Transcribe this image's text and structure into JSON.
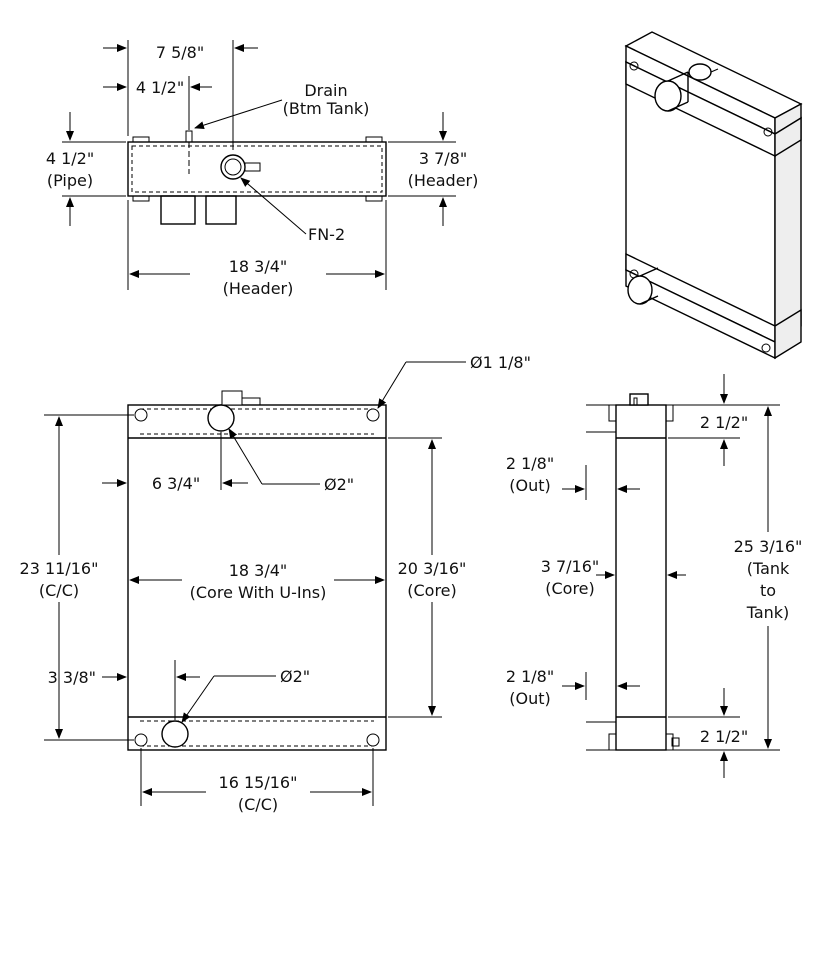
{
  "top_view": {
    "dim_7_5_8": "7 5/8\"",
    "dim_4_1_2_h": "4 1/2\"",
    "drain_label": "Drain",
    "drain_sub": "(Btm Tank)",
    "pipe_dim": "4 1/2\"",
    "pipe_sub": "(Pipe)",
    "header_h_dim": "3 7/8\"",
    "header_h_sub": "(Header)",
    "fitting_label": "FN-2",
    "header_w_dim": "18 3/4\"",
    "header_w_sub": "(Header)"
  },
  "front_view": {
    "mount_hole": "Ø1 1/8\"",
    "pipe_offset": "6 3/4\"",
    "top_pipe_dia": "Ø2\"",
    "cc_height": "23 11/16\"",
    "cc_height_sub": "(C/C)",
    "core_width": "18 3/4\"",
    "core_width_sub": "(Core With U-Ins)",
    "core_height": "20 3/16\"",
    "core_height_sub": "(Core)",
    "bottom_offset": "3 3/8\"",
    "bottom_pipe_dia": "Ø2\"",
    "cc_width": "16 15/16\"",
    "cc_width_sub": "(C/C)"
  },
  "side_view": {
    "top_tank": "2 1/2\"",
    "top_out": "2 1/8\"",
    "top_out_sub": "(Out)",
    "core_depth": "3 7/16\"",
    "core_depth_sub": "(Core)",
    "tank_to_tank": "25 3/16\"",
    "tank_to_tank_l2": "(Tank",
    "tank_to_tank_l3": "to",
    "tank_to_tank_l4": "Tank)",
    "bottom_out": "2 1/8\"",
    "bottom_out_sub": "(Out)",
    "bottom_tank": "2 1/2\""
  }
}
